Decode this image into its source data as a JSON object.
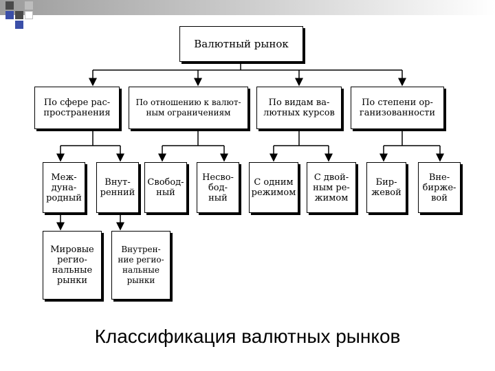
{
  "diagram": {
    "root": "Валютный рынок",
    "categories": [
      "По сфере рас-\nпространения",
      "По отношению к валют-\nным ограничениям",
      "По видам ва-\nлютных курсов",
      "По степени ор-\nганизованности"
    ],
    "leaves": [
      "Меж-\nдуна-\nродный",
      "Внут-\nренний",
      "Свобод-\nный",
      "Несво-\nбод-\nный",
      "С одним\nрежимом",
      "С двой-\nным ре-\nжимом",
      "Бир-\nжевой",
      "Вне-\nбирже-\nвой"
    ],
    "sub": [
      "Мировые\nрегио-\nнальные\nрынки",
      "Внутрен-\nние регио-\nнальные\nрынки"
    ]
  },
  "caption": "Классификация валютных рынков",
  "colors": {
    "deco_dark": "#4a4a4a",
    "deco_blue": "#3b4fa8",
    "deco_gray": "#bdbdbd"
  }
}
